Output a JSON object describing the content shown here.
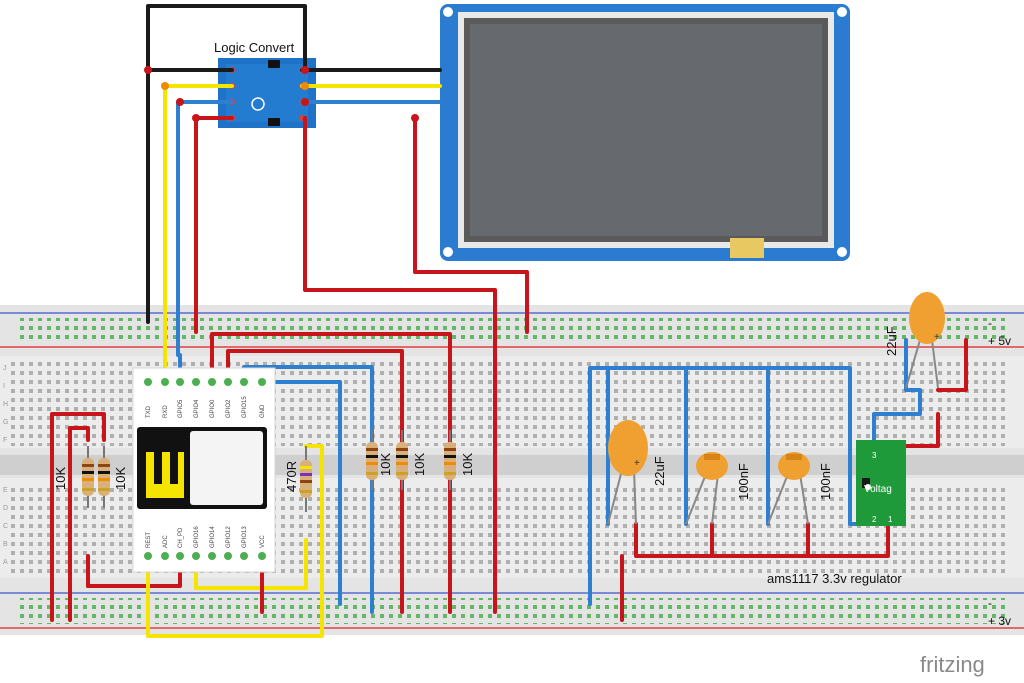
{
  "labels": {
    "logic_convert": "Logic Convert",
    "regulator": "ams1117 3.3v regulator",
    "rail_5v": "+ 5v",
    "rail_3v": "+ 3v",
    "rail_minus_top": "-",
    "rail_minus_bottom": "-",
    "brand": "fritzing",
    "regulator_chip": "Voltag"
  },
  "resistors": {
    "r_left_a": "10K",
    "r_left_b": "10K",
    "r_470": "470R",
    "r_mid_a": "10K",
    "r_mid_b": "10K",
    "r_mid_c": "10K"
  },
  "capacitors": {
    "c_22uf_left": "22uF",
    "c_100nf_a": "100nF",
    "c_100nf_b": "100nF",
    "c_22uf_top": "22uF"
  },
  "esp_pins_top": [
    "TXD",
    "RXD",
    "GPIO5",
    "GPIO4",
    "GPIO0",
    "GPIO2",
    "GPIO15",
    "GND"
  ],
  "esp_pins_bottom": [
    "REST",
    "ADC",
    "CH_PD",
    "GPIO16",
    "GPIO14",
    "GPIO12",
    "GPIO13",
    "VCC"
  ],
  "regulator_pins": [
    "3",
    "2",
    "1"
  ],
  "colors": {
    "red_wire": "#c8141b",
    "black_wire": "#1a1a1a",
    "yellow_wire": "#f5e400",
    "blue_wire": "#2f7fd0",
    "breadboard": "#e6e6e6",
    "lcd_frame": "#2b7bd1",
    "regulator": "#1f9a3a",
    "logic_board": "#1e73c8",
    "capacitor": "#f0a030"
  }
}
